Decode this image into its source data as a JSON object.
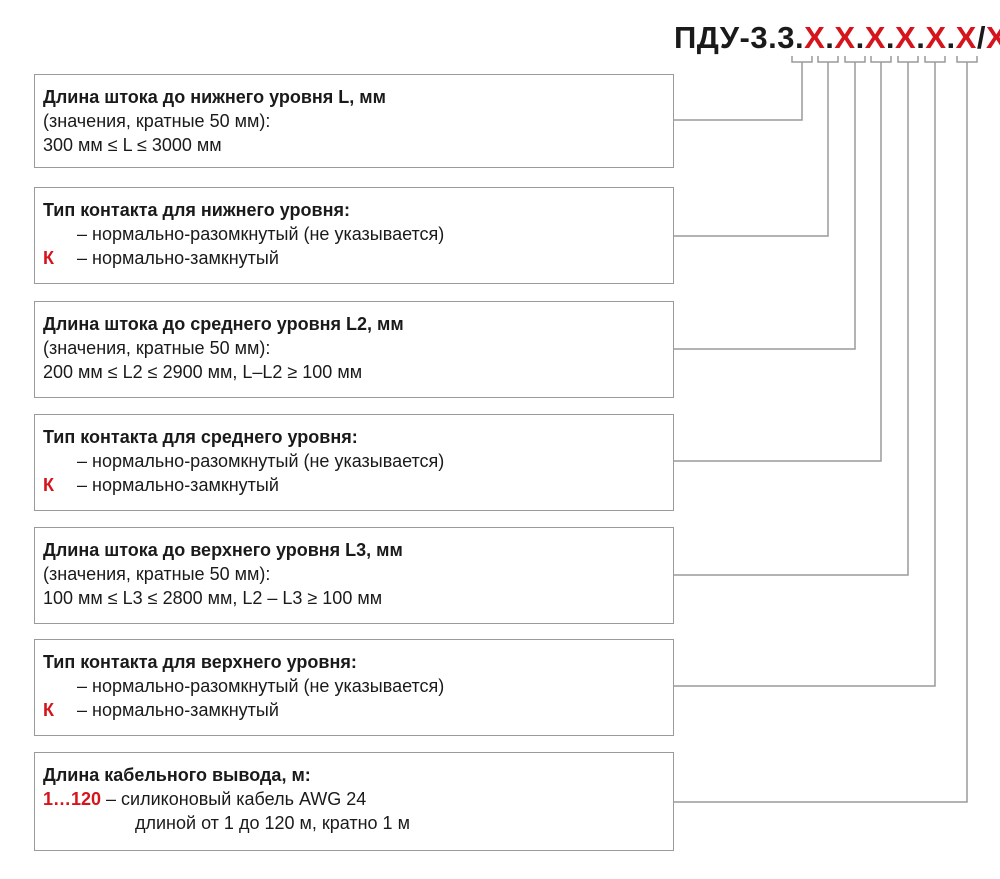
{
  "code": {
    "prefix": "ПДУ-3.3.",
    "x": "X",
    "dot": ".",
    "slash": "/"
  },
  "boxes": [
    {
      "title": "Длина штока до нижнего уровня L, мм",
      "line1": "(значения, кратные 50 мм):",
      "line2": "300 мм ≤ L ≤ 3000 мм"
    },
    {
      "title": "Тип контакта для нижнего уровня:",
      "opt1": "– нормально-разомкнутый (не указывается)",
      "k": "К",
      "opt2": "– нормально-замкнутый"
    },
    {
      "title": "Длина штока до среднего уровня L2, мм",
      "line1": "(значения, кратные 50 мм):",
      "line2": "200 мм ≤ L2 ≤ 2900 мм, L–L2 ≥ 100 мм"
    },
    {
      "title": "Тип контакта для среднего уровня:",
      "opt1": "– нормально-разомкнутый (не указывается)",
      "k": "К",
      "opt2": "– нормально-замкнутый"
    },
    {
      "title": "Длина штока до верхнего уровня L3, мм",
      "line1": "(значения, кратные 50 мм):",
      "line2": "100 мм ≤ L3 ≤ 2800 мм, L2 – L3 ≥ 100 мм"
    },
    {
      "title": "Тип контакта для верхнего уровня:",
      "opt1": "– нормально-разомкнутый (не указывается)",
      "k": "К",
      "opt2": "– нормально-замкнутый"
    },
    {
      "title": "Длина кабельного вывода, м:",
      "range": "1…120",
      "opt1": " – силиконовый кабель AWG 24",
      "opt2": "длиной от 1 до 120 м, кратно 1 м"
    }
  ],
  "colors": {
    "accent": "#d6141c",
    "border": "#9a9a9a",
    "text": "#1a1a1a"
  }
}
